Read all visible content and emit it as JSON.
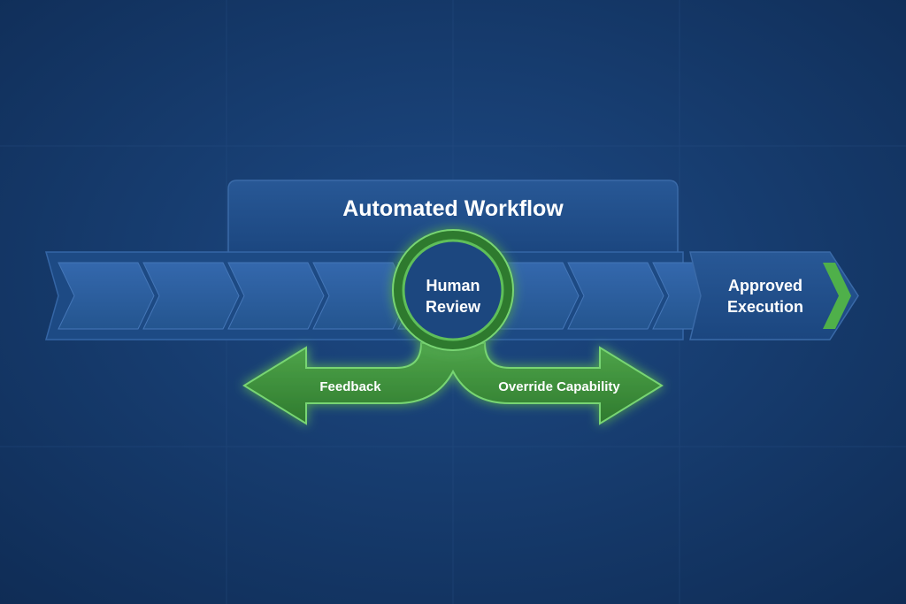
{
  "header": {
    "title": "Automated Workflow"
  },
  "review": {
    "line1": "Human",
    "line2": "Review"
  },
  "execution": {
    "line1": "Approved",
    "line2": "Execution"
  },
  "branches": {
    "left_label": "Feedback",
    "right_label": "Override Capability"
  },
  "pipeline": {
    "chevron_count": 8
  },
  "colors": {
    "background": "#163a6b",
    "panel": "#1f4d8a",
    "chevron": "#2a5ea3",
    "accent_green": "#3f8f3c",
    "green_glow": "#6fd36a",
    "text": "#ffffff"
  }
}
